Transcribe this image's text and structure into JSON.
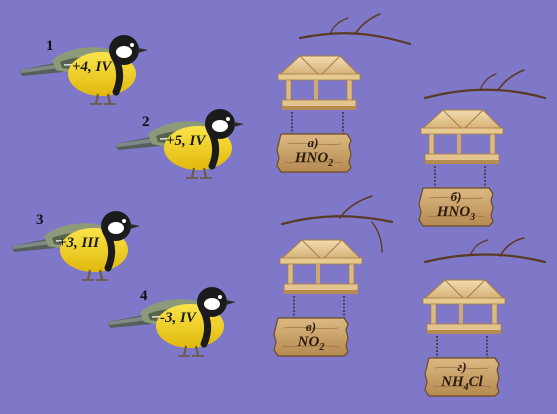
{
  "birds": [
    {
      "number": "1",
      "label": "+4, IV"
    },
    {
      "number": "2",
      "label": "+5, IV"
    },
    {
      "number": "3",
      "label": "+3, III"
    },
    {
      "number": "4",
      "label": "-3, IV"
    }
  ],
  "feeders": [
    {
      "letter": "а)",
      "formula_main": "HNO",
      "formula_sub": "2",
      "formula_tail": ""
    },
    {
      "letter": "б)",
      "formula_main": "HNO",
      "formula_sub": "3",
      "formula_tail": ""
    },
    {
      "letter": "в)",
      "formula_main": "NO",
      "formula_sub": "2",
      "formula_tail": ""
    },
    {
      "letter": "г)",
      "formula_main": "NH",
      "formula_sub": "4",
      "formula_tail": "Cl"
    }
  ],
  "colors": {
    "background": "#7f78c8",
    "bird_belly": "#f2d21a",
    "bird_head": "#1b1b1b",
    "bird_back": "#8c9a7a",
    "wood": "#e3c48e",
    "wood_dark": "#a67c45",
    "sign": "#c9a36a",
    "branch": "#5a3a24"
  }
}
